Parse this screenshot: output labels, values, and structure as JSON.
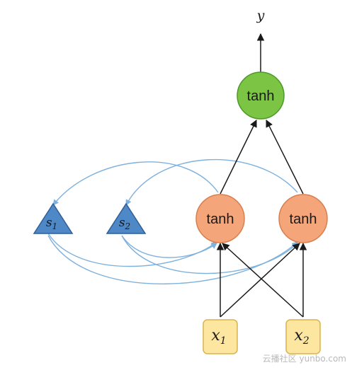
{
  "output_label": "y",
  "nodes": {
    "output": {
      "label": "tanh",
      "color": "#7cc444",
      "stroke": "#4e9a2a"
    },
    "hidden_1": {
      "label": "tanh",
      "color": "#f4a67a",
      "stroke": "#d97f4e"
    },
    "hidden_2": {
      "label": "tanh",
      "color": "#f4a67a",
      "stroke": "#d97f4e"
    },
    "input_1": {
      "label": "x",
      "sub": "1",
      "color": "#fde7a0",
      "stroke": "#d9b44a"
    },
    "input_2": {
      "label": "x",
      "sub": "2",
      "color": "#fde7a0",
      "stroke": "#d9b44a"
    },
    "state_1": {
      "label": "s",
      "sub": "1",
      "color": "#4f88c6",
      "stroke": "#2f5f99"
    },
    "state_2": {
      "label": "s",
      "sub": "2",
      "color": "#4f88c6",
      "stroke": "#2f5f99"
    }
  },
  "edge_colors": {
    "forward": "#1a1a1a",
    "recurrent": "#7fb1dd"
  },
  "watermark": "云播社区 yunbo.com"
}
